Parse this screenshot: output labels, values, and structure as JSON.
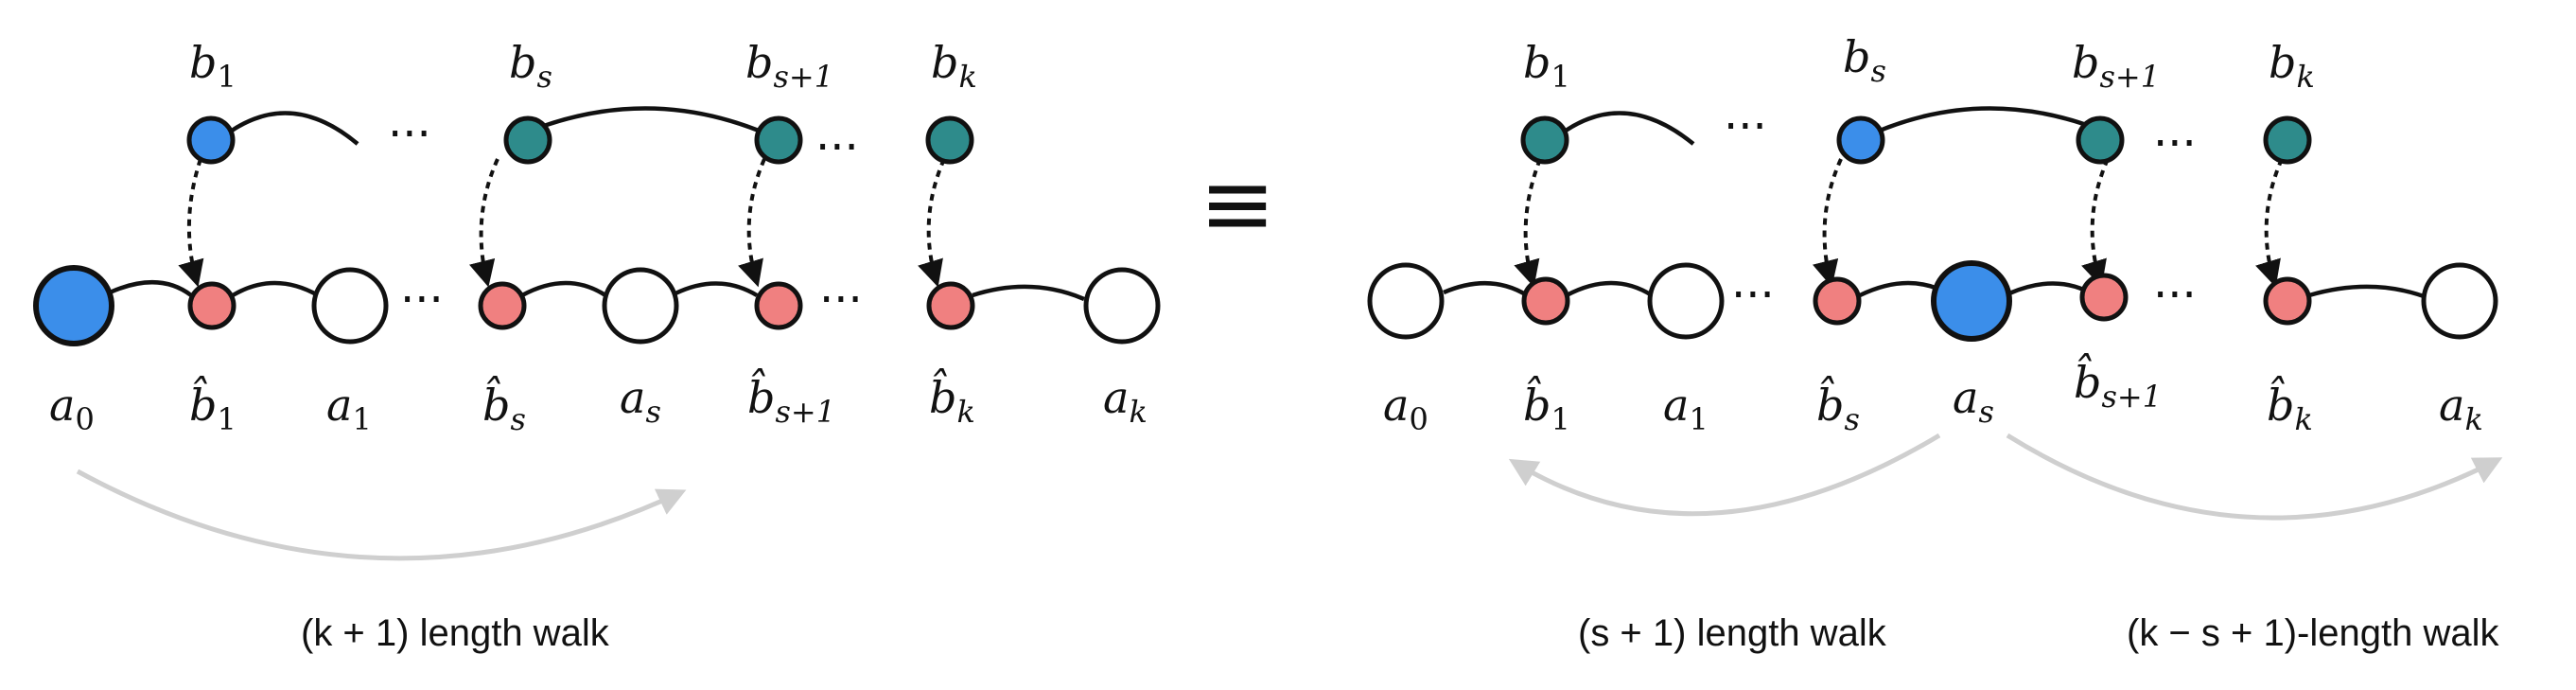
{
  "colors": {
    "highlight": "#3b8eea",
    "top_node": "#2e8b8b",
    "hat_node": "#f08080",
    "plain_node": "#ffffff",
    "stroke": "#111111",
    "walk_arrow": "#cfcfcf"
  },
  "equivalence_symbol": "≡",
  "ellipsis": "···",
  "left": {
    "top_labels": [
      {
        "base": "b",
        "sub": "1"
      },
      {
        "base": "b",
        "sub": "s"
      },
      {
        "base": "b",
        "sub": "s+1"
      },
      {
        "base": "b",
        "sub": "k"
      }
    ],
    "bottom_labels": [
      {
        "base": "a",
        "sub": "0"
      },
      {
        "base": "b̂",
        "sub": "1"
      },
      {
        "base": "a",
        "sub": "1"
      },
      {
        "base": "b̂",
        "sub": "s"
      },
      {
        "base": "a",
        "sub": "s"
      },
      {
        "base": "b̂",
        "sub": "s+1"
      },
      {
        "base": "b̂",
        "sub": "k"
      },
      {
        "base": "a",
        "sub": "k"
      }
    ],
    "caption": "(k + 1) length walk"
  },
  "right": {
    "top_labels": [
      {
        "base": "b",
        "sub": "1"
      },
      {
        "base": "b",
        "sub": "s"
      },
      {
        "base": "b",
        "sub": "s+1"
      },
      {
        "base": "b",
        "sub": "k"
      }
    ],
    "bottom_labels": [
      {
        "base": "a",
        "sub": "0"
      },
      {
        "base": "b̂",
        "sub": "1"
      },
      {
        "base": "a",
        "sub": "1"
      },
      {
        "base": "b̂",
        "sub": "s"
      },
      {
        "base": "a",
        "sub": "s"
      },
      {
        "base": "b̂",
        "sub": "s+1"
      },
      {
        "base": "b̂",
        "sub": "k"
      },
      {
        "base": "a",
        "sub": "k"
      }
    ],
    "captions": [
      "(s + 1) length walk",
      "(k − s + 1)-length walk"
    ]
  }
}
